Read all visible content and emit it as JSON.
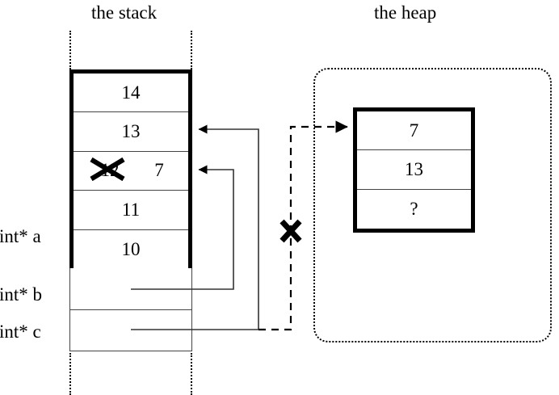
{
  "titles": {
    "stack": "the stack",
    "heap": "the heap"
  },
  "stack": {
    "frame_cells": [
      {
        "value": "14",
        "struck": false,
        "new_value": ""
      },
      {
        "value": "13",
        "struck": false,
        "new_value": ""
      },
      {
        "value": "12",
        "struck": true,
        "new_value": "7"
      },
      {
        "value": "11",
        "struck": false,
        "new_value": ""
      },
      {
        "value": "10",
        "struck": false,
        "new_value": ""
      }
    ],
    "variables": [
      {
        "label": "int* a",
        "value": ""
      },
      {
        "label": "int* b",
        "value": ""
      },
      {
        "label": "int* c",
        "value": ""
      }
    ]
  },
  "heap": {
    "cells": [
      {
        "value": "7"
      },
      {
        "value": "13"
      },
      {
        "value": "?"
      }
    ]
  },
  "annotations": {
    "strike_mark": "x-strike-mark",
    "invalid_pointer_mark": "x-invalidated-pointer-mark"
  },
  "colors": {
    "ink": "#000000",
    "thin_rule": "#444444",
    "background": "#ffffff"
  }
}
